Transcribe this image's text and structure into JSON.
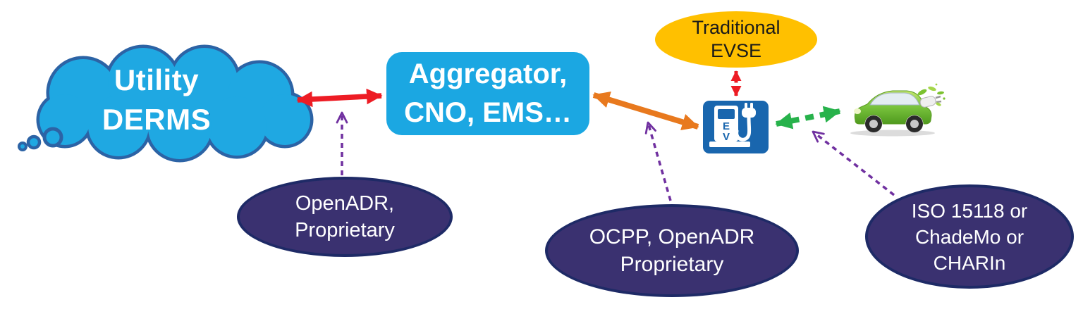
{
  "diagram": {
    "cloud": {
      "line1": "Utility",
      "line2": "DERMS"
    },
    "aggregator": {
      "line1": "Aggregator,",
      "line2": "CNO, EMS…"
    },
    "traditional_evse": {
      "line1": "Traditional",
      "line2": "EVSE"
    },
    "ev_station": {
      "letter_top": "E",
      "letter_bottom": "V"
    },
    "protocol_labels": {
      "utility_link": {
        "line1": "OpenADR,",
        "line2": "Proprietary"
      },
      "charger_link": {
        "line1": "OCPP, OpenADR",
        "line2": "Proprietary"
      },
      "vehicle_link": {
        "line1": "ISO 15118 or",
        "line2": "ChadeMo or",
        "line3": "CHARIn"
      }
    },
    "connections": [
      {
        "from": "Utility DERMS",
        "to": "Aggregator, CNO, EMS…",
        "style": "solid-double-arrow",
        "color": "#ED1C24",
        "label": "OpenADR, Proprietary"
      },
      {
        "from": "Aggregator, CNO, EMS…",
        "to": "EV charging station",
        "style": "solid-double-arrow",
        "color": "#E8791E",
        "label": "OCPP, OpenADR Proprietary"
      },
      {
        "from": "Traditional EVSE",
        "to": "EV charging station",
        "style": "dashed-double-arrow",
        "color": "#ED1C24",
        "label": ""
      },
      {
        "from": "EV charging station",
        "to": "Electric vehicle",
        "style": "dashed-double-arrow",
        "color": "#27B24B",
        "label": "ISO 15118 or ChadeMo or CHARIn"
      }
    ],
    "colors": {
      "cloud_fill": "#1FA8E2",
      "cloud_stroke": "#2C63A5",
      "box_fill": "#1BA7E2",
      "red": "#ED1C24",
      "orange": "#E8791E",
      "green": "#27B24B",
      "purple": "#7030A0",
      "navy_fill": "#3A3170",
      "navy_stroke": "#1E2A66",
      "yellow": "#FFC000",
      "station_blue": "#1966AE",
      "car_green": "#7CC63F"
    }
  }
}
